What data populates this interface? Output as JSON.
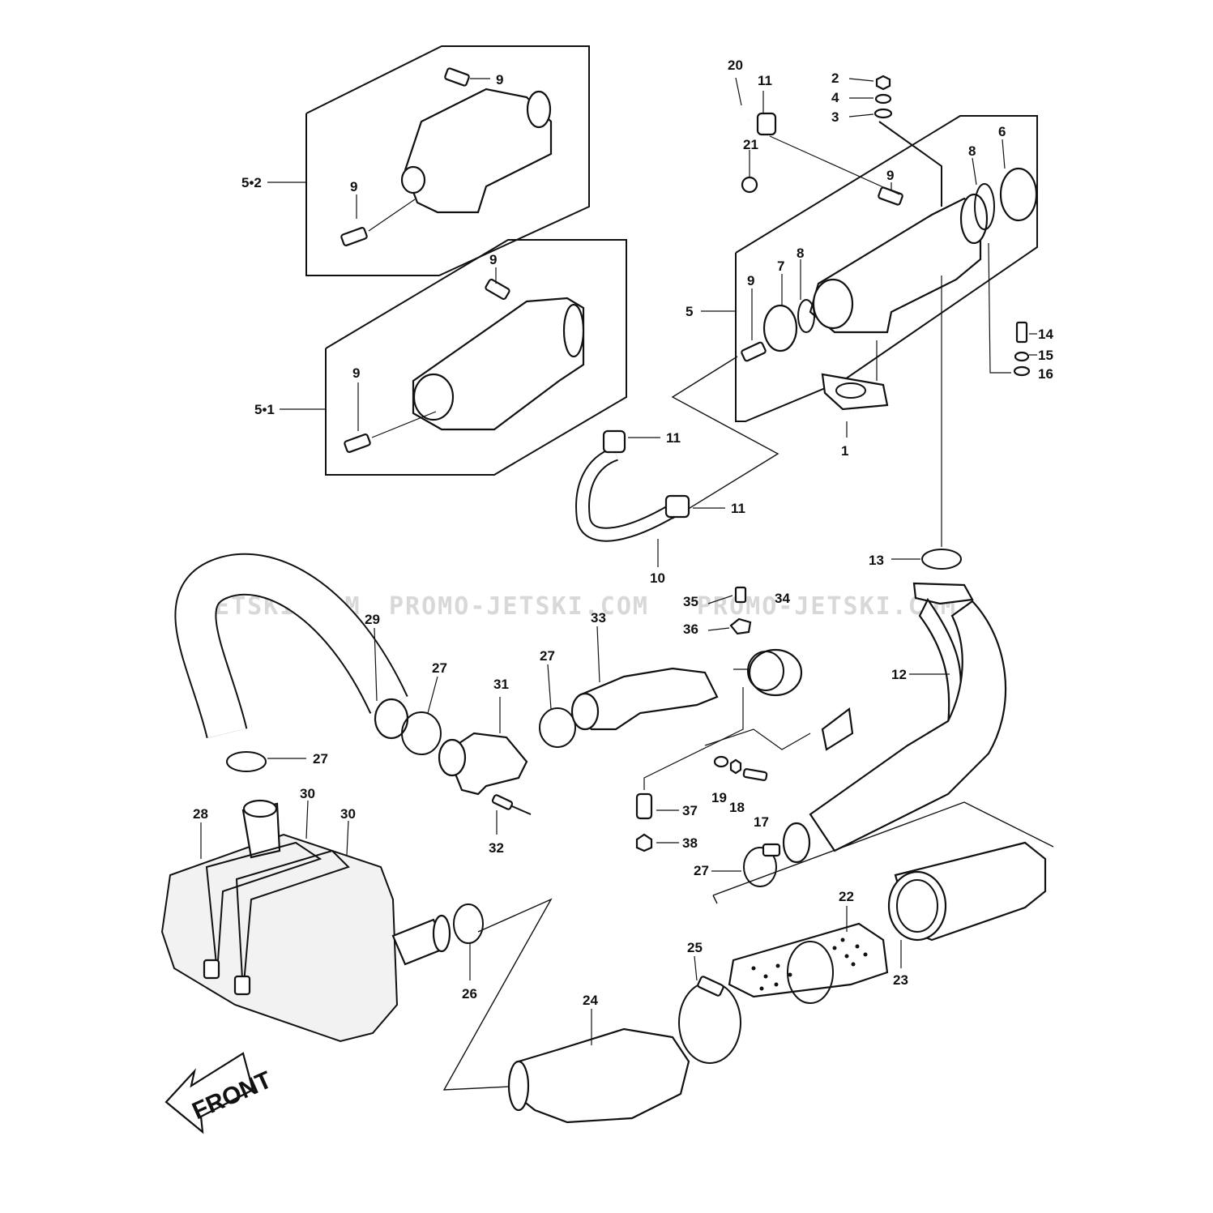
{
  "watermarks": [
    "JETSKI.COM",
    "PROMO-JETSKI.COM",
    "PROMO-JETSKI.COM"
  ],
  "front_label": "FRONT",
  "callouts": {
    "p1": "1",
    "p2": "2",
    "p3": "3",
    "p4": "4",
    "p5": "5",
    "p5_1": "5•1",
    "p5_2": "5•2",
    "p6": "6",
    "p7": "7",
    "p8": "8",
    "p9": "9",
    "p10": "10",
    "p11": "11",
    "p12": "12",
    "p13": "13",
    "p14": "14",
    "p15": "15",
    "p16": "16",
    "p17": "17",
    "p18": "18",
    "p19": "19",
    "p20": "20",
    "p21": "21",
    "p22": "22",
    "p23": "23",
    "p24": "24",
    "p25": "25",
    "p26": "26",
    "p27": "27",
    "p28": "28",
    "p29": "29",
    "p30": "30",
    "p31": "31",
    "p32": "32",
    "p33": "33",
    "p34": "34",
    "p35": "35",
    "p36": "36",
    "p37": "37",
    "p38": "38"
  }
}
